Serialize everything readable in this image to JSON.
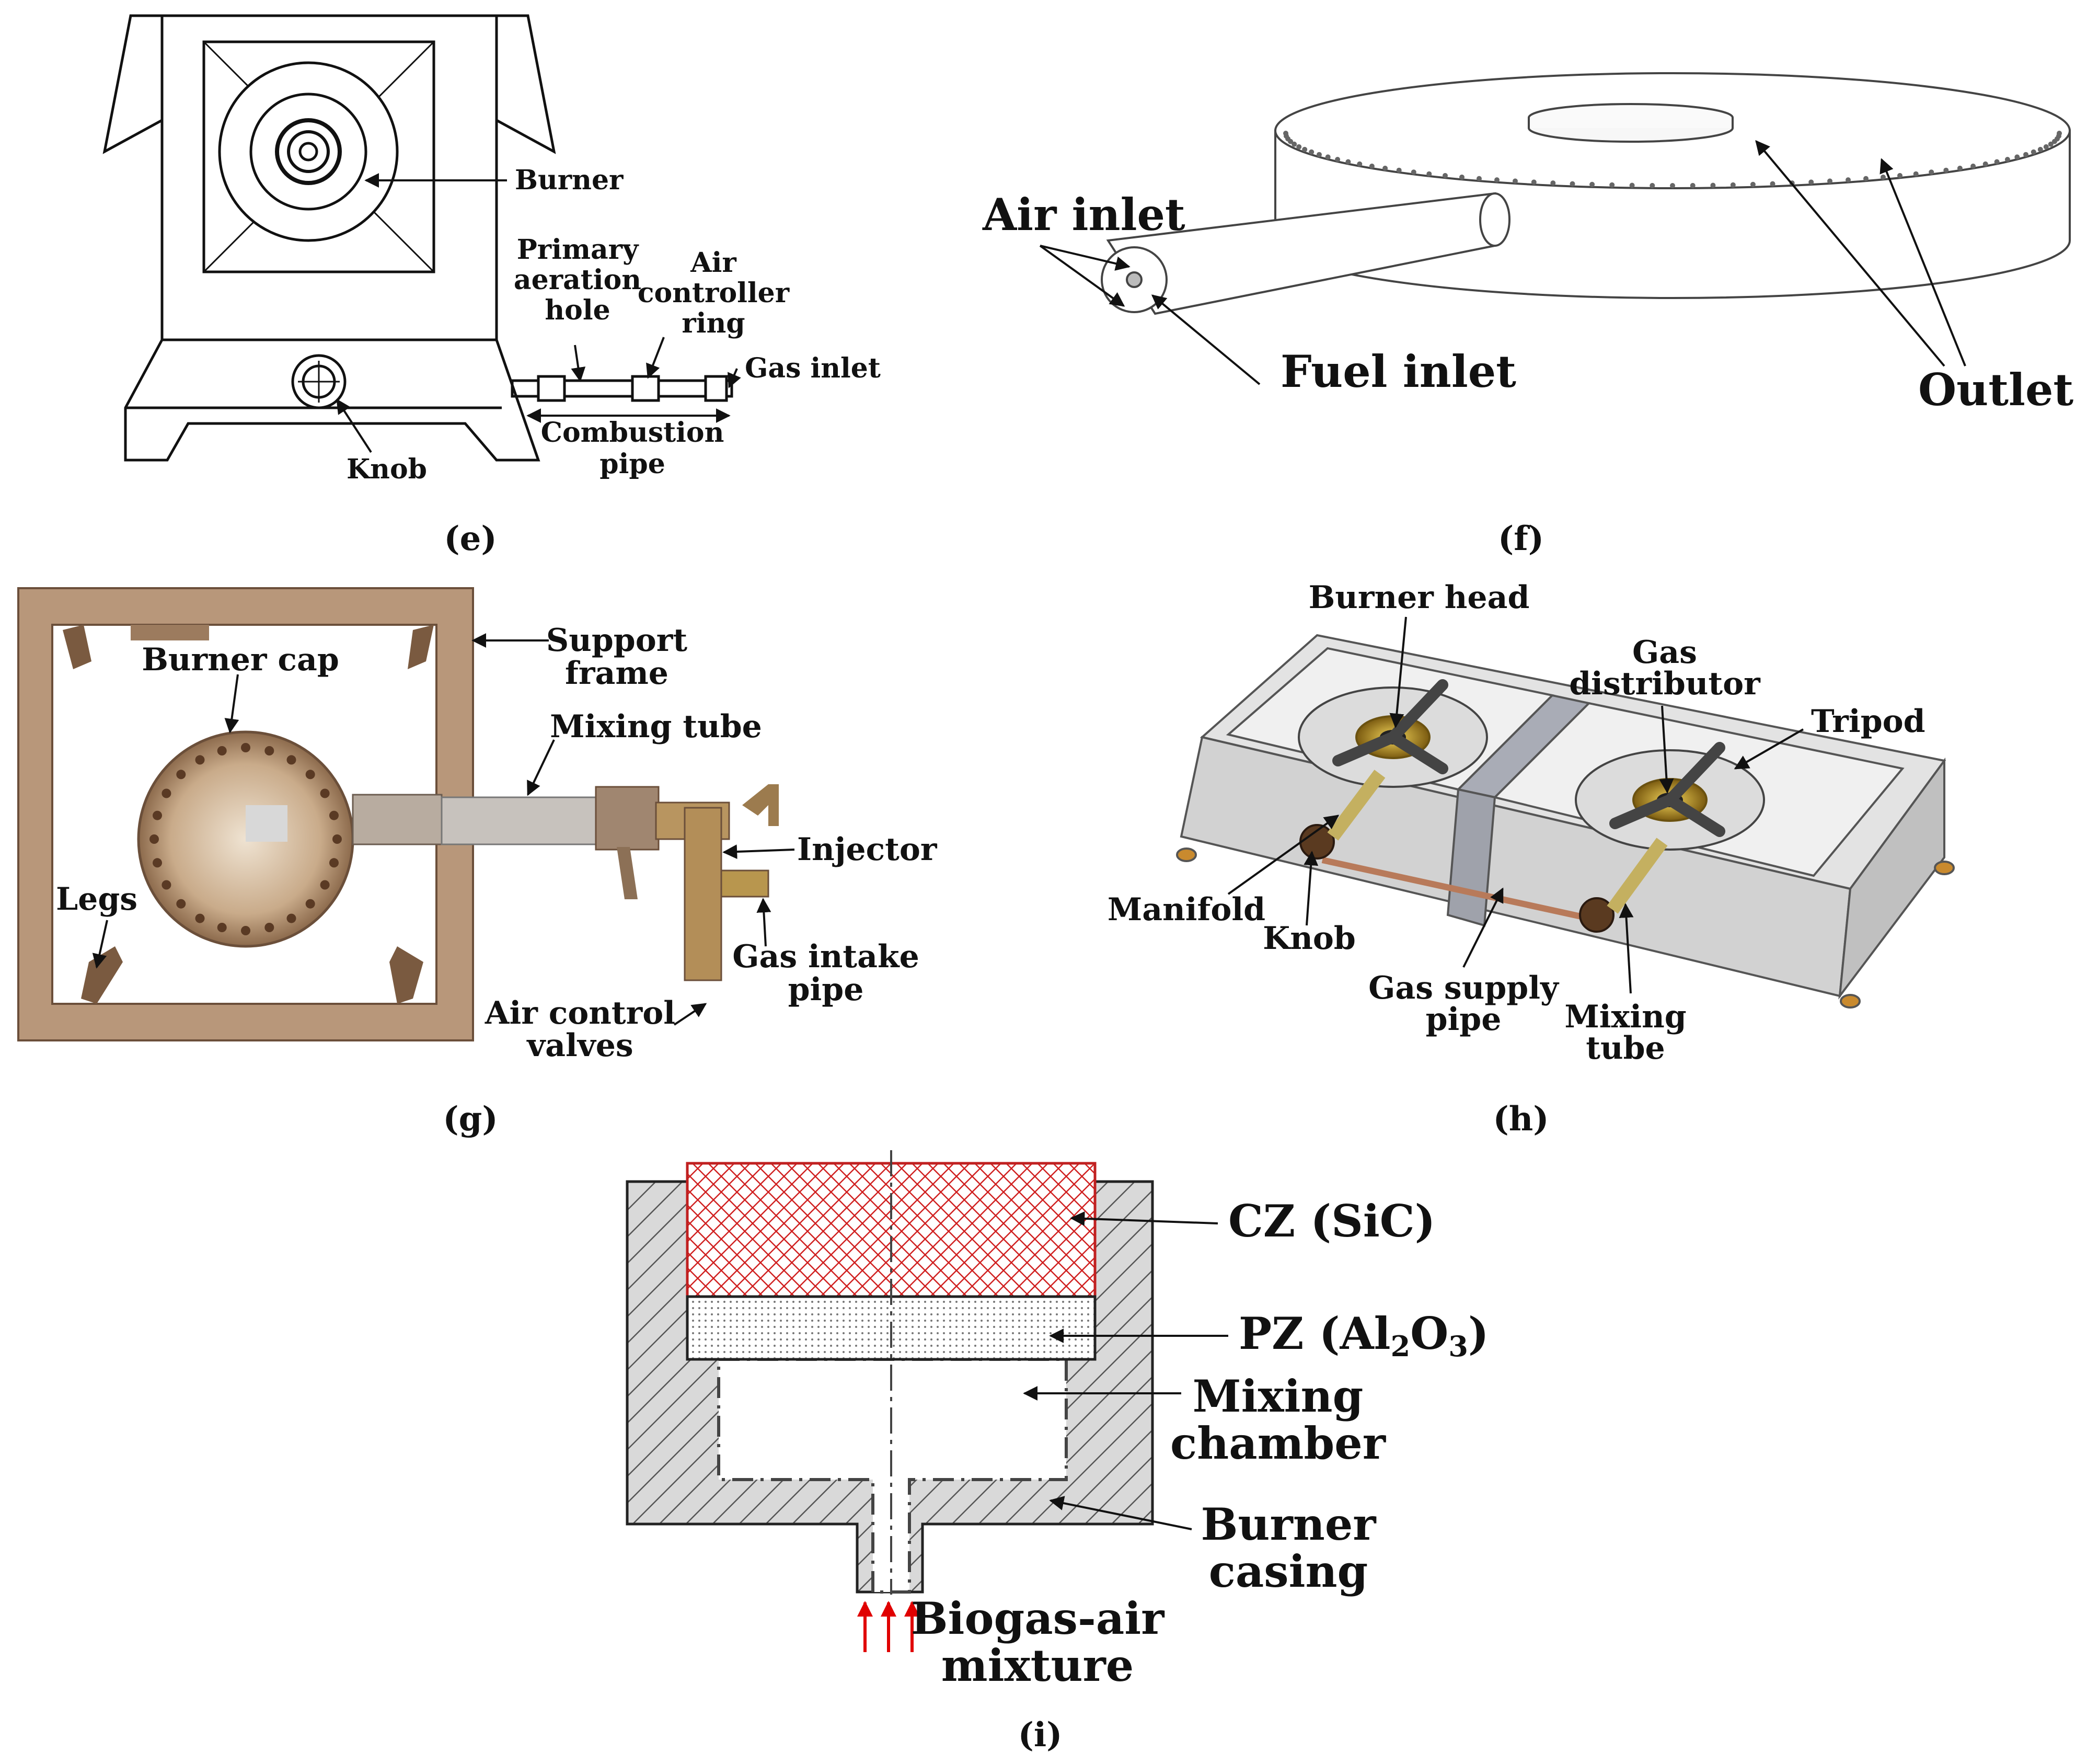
{
  "panels": {
    "e": {
      "caption": "(e)",
      "labels": {
        "burner": "Burner",
        "primary": [
          "Primary",
          "aeration",
          "hole"
        ],
        "air_ring": [
          "Air",
          "controller",
          "ring"
        ],
        "gas_inlet": "Gas inlet",
        "combustion": [
          "Combustion",
          "pipe"
        ],
        "knob": "Knob"
      }
    },
    "f": {
      "caption": "(f)",
      "labels": {
        "air_inlet": "Air inlet",
        "fuel_inlet": "Fuel inlet",
        "outlet": "Outlet"
      }
    },
    "g": {
      "caption": "(g)",
      "labels": {
        "burner_cap": "Burner cap",
        "support": [
          "Support",
          "frame"
        ],
        "mixing_tube": "Mixing tube",
        "injector": "Injector",
        "legs": "Legs",
        "gas_intake": [
          "Gas intake",
          "pipe"
        ],
        "air_valves": [
          "Air control",
          "valves"
        ]
      }
    },
    "h": {
      "caption": "(h)",
      "labels": {
        "burner_head": "Burner head",
        "gas_distributor": [
          "Gas",
          "distributor"
        ],
        "tripod": "Tripod",
        "manifold": "Manifold",
        "knob": "Knob",
        "gas_supply": [
          "Gas supply",
          "pipe"
        ],
        "mixing_tube": [
          "Mixing",
          "tube"
        ]
      }
    },
    "i": {
      "caption": "(i)",
      "labels": {
        "cz": "CZ (SiC)",
        "pz_prefix": "PZ (Al",
        "pz_sub1": "2",
        "pz_mid": "O",
        "pz_sub2": "3",
        "pz_suffix": ")",
        "mixing": [
          "Mixing",
          "chamber"
        ],
        "casing": [
          "Burner",
          "casing"
        ],
        "mixture": [
          "Biogas-air",
          "mixture"
        ]
      }
    }
  }
}
